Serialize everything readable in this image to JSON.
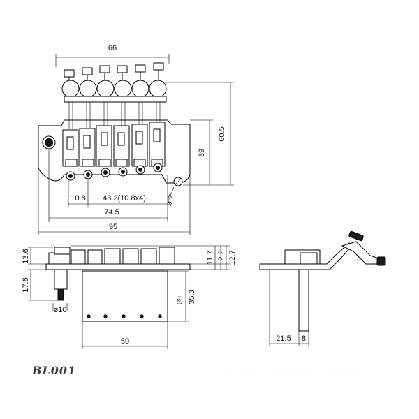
{
  "model_label": "BL001",
  "watermark": "· · · · · · · · · · · · · · ·",
  "dimensions": {
    "top_width": "66",
    "height_60_5": "60.5",
    "height_39": "39",
    "spacing_first": "10.8",
    "spacing_rest": "43.2(10.8x4)",
    "span_74_5": "74.5",
    "overall_width": "95",
    "stud_hole": "ø 7",
    "side_13_6": "13.6",
    "side_17_6": "17.6",
    "stud_dia": "ø10",
    "block_35_3": "35.3",
    "block_mark": "(※)",
    "block_width": "50",
    "right_11_7": "11.7",
    "right_12_2": "12.2",
    "right_12_7": "12.7",
    "block_21_5": "21.5",
    "block_8": "8"
  },
  "colors": {
    "line": "#000000",
    "watermark": "#c8e2f2",
    "label": "#3a3a3a"
  }
}
